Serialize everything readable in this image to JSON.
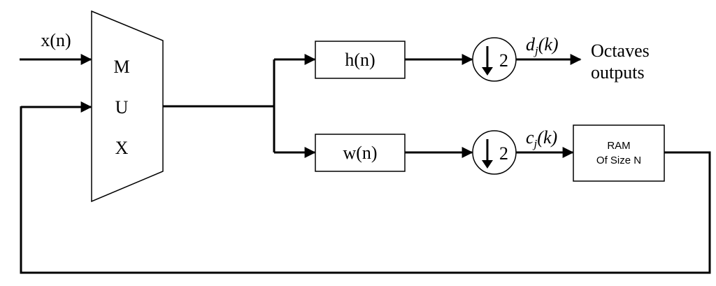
{
  "input_label": "x(n)",
  "mux": {
    "letters": [
      "M",
      "U",
      "X"
    ]
  },
  "filters": {
    "high": "h(n)",
    "low": "w(n)"
  },
  "downsample": {
    "factor": "2"
  },
  "outputs": {
    "detail": {
      "var": "d",
      "sub": "j",
      "arg": "(k)"
    },
    "approx": {
      "var": "c",
      "sub": "j",
      "arg": "(k)"
    }
  },
  "octaves_label": [
    "Octaves",
    "outputs"
  ],
  "ram": {
    "line1": "RAM",
    "line2": "Of Size N"
  }
}
